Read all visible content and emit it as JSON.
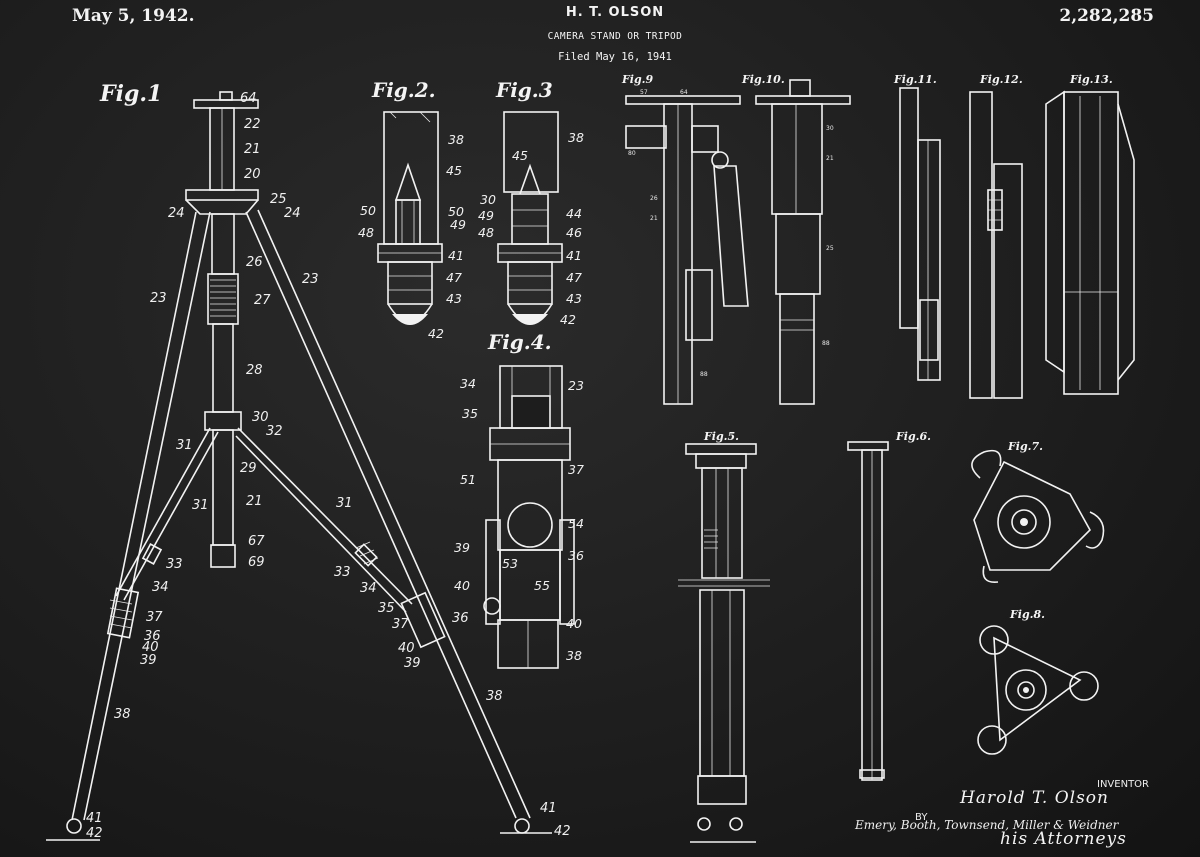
{
  "header": {
    "date": "May 5, 1942.",
    "inventor_name": "H. T. OLSON",
    "title": "CAMERA STAND OR TRIPOD",
    "filed": "Filed May 16, 1941",
    "patent_number": "2,282,285"
  },
  "figures": {
    "fig1": "Fig.1",
    "fig2": "Fig.2.",
    "fig3": "Fig.3",
    "fig4": "Fig.4.",
    "fig5": "Fig.5.",
    "fig6": "Fig.6.",
    "fig7": "Fig.7.",
    "fig8": "Fig.8.",
    "fig9": "Fig.9",
    "fig10": "Fig.10.",
    "fig11": "Fig.11.",
    "fig12": "Fig.12.",
    "fig13": "Fig.13."
  },
  "fig1_refs": [
    "64",
    "22",
    "21",
    "20",
    "25",
    "24",
    "24",
    "26",
    "23",
    "23",
    "27",
    "28",
    "30",
    "32",
    "31",
    "29",
    "21",
    "31",
    "31",
    "67",
    "69",
    "33",
    "33",
    "34",
    "34",
    "35",
    "37",
    "37",
    "36",
    "36",
    "40",
    "39",
    "40",
    "39",
    "38",
    "38",
    "41",
    "42",
    "41",
    "42"
  ],
  "fig2_refs": [
    "38",
    "45",
    "50",
    "50",
    "49",
    "48",
    "41",
    "47",
    "43",
    "42"
  ],
  "fig3_refs": [
    "38",
    "45",
    "30",
    "49",
    "48",
    "44",
    "46",
    "41",
    "47",
    "43",
    "42"
  ],
  "fig4_refs": [
    "34",
    "23",
    "35",
    "37",
    "51",
    "54",
    "39",
    "53",
    "36",
    "40",
    "55",
    "40",
    "38"
  ],
  "signatures": {
    "inventor_label": "INVENTOR",
    "inventor_signature": "Harold T. Olson",
    "by_label": "BY",
    "attorney_firm": "Emery, Booth, Townsend, Miller & Weidner",
    "attorney_label": "his Attorneys"
  }
}
